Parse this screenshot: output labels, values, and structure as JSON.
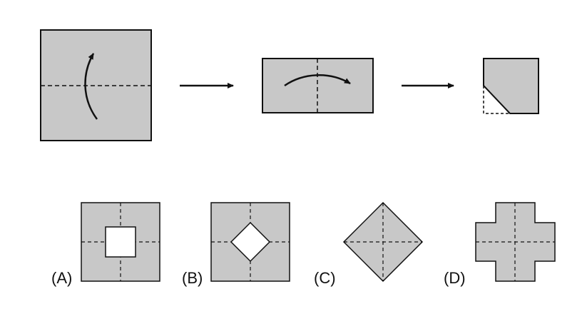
{
  "colors": {
    "paper_fill": "#c8c8c8",
    "stroke": "#111111",
    "background": "#ffffff",
    "cut_fill": "#ffffff"
  },
  "icons": {
    "fold_arrow": "curved-arrow-icon",
    "step_arrow": "arrow-right-icon"
  },
  "folding_steps": [
    {
      "step": 1,
      "shape": "square",
      "fold": "bottom-to-top",
      "crease": "horizontal-dashed"
    },
    {
      "step": 2,
      "shape": "rectangle",
      "fold": "left-to-right",
      "crease": "vertical-dashed"
    },
    {
      "step": 3,
      "shape": "small-square",
      "cut": "bottom-left-corner"
    }
  ],
  "options": [
    {
      "label": "(A)",
      "shape": "square-with-square-hole"
    },
    {
      "label": "(B)",
      "shape": "square-with-diamond-hole"
    },
    {
      "label": "(C)",
      "shape": "diamond"
    },
    {
      "label": "(D)",
      "shape": "cross"
    }
  ]
}
